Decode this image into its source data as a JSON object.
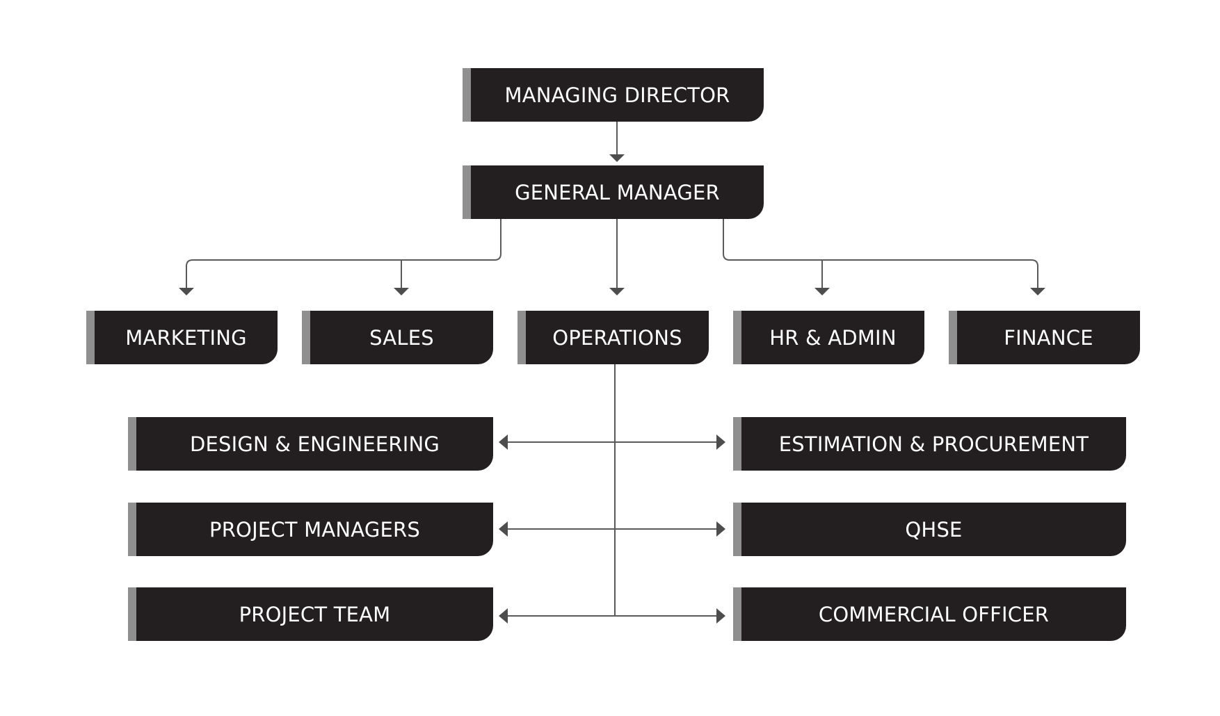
{
  "colors": {
    "box_fill": "#231f20",
    "box_accent": "#8f8f8f",
    "box_text": "#ffffff",
    "connector": "#5a5a5a",
    "background": "#ffffff"
  },
  "org": {
    "top": {
      "managing_director": "MANAGING DIRECTOR",
      "general_manager": "GENERAL MANAGER"
    },
    "departments": {
      "marketing": "MARKETING",
      "sales": "SALES",
      "operations": "OPERATIONS",
      "hr_admin": "HR & ADMIN",
      "finance": "FINANCE"
    },
    "operations_left": {
      "design_engineering": "DESIGN & ENGINEERING",
      "project_managers": "PROJECT MANAGERS",
      "project_team": "PROJECT TEAM"
    },
    "operations_right": {
      "estimation_procurement": "ESTIMATION & PROCUREMENT",
      "qhse": "QHSE",
      "commercial_officer": "COMMERCIAL OFFICER"
    }
  }
}
